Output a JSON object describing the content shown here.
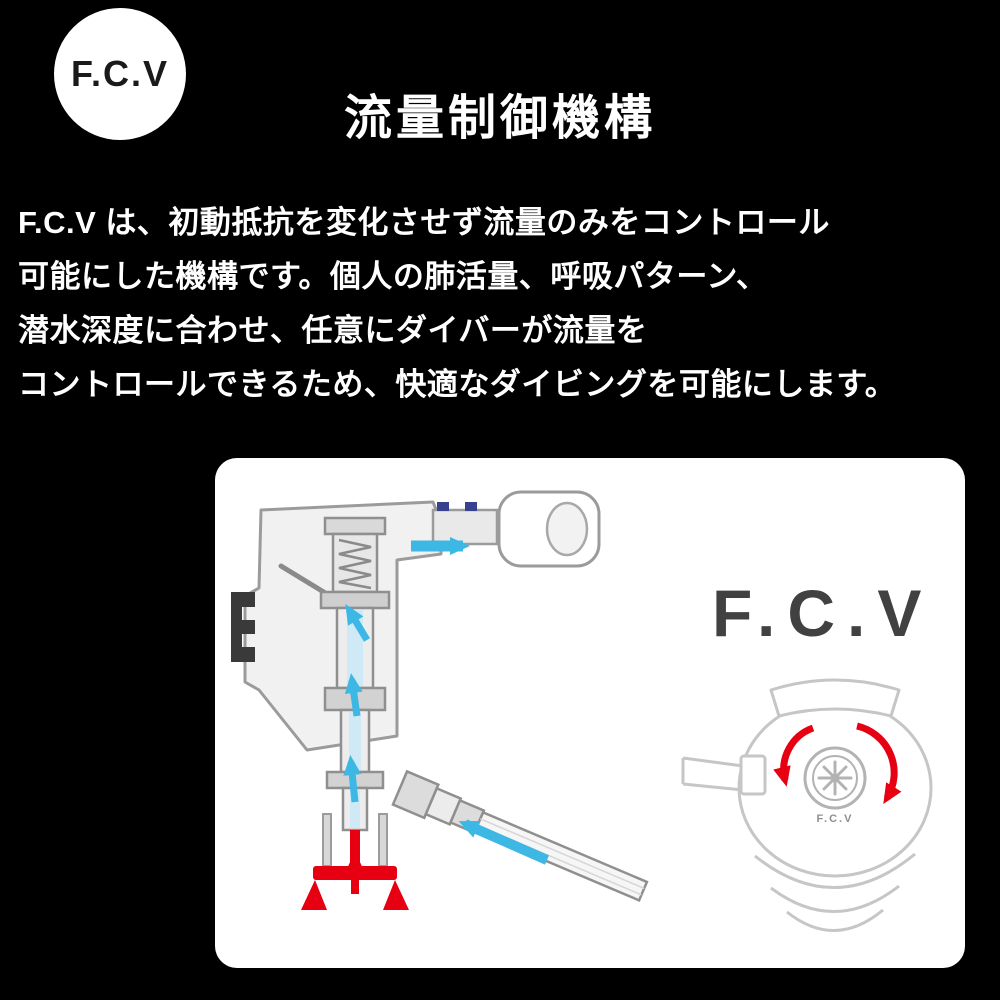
{
  "page": {
    "bg_color": "#000000",
    "text_color": "#ffffff"
  },
  "logo": {
    "text": "F.C.V"
  },
  "header": {
    "title": "流量制御機構"
  },
  "body": {
    "lines": [
      "F.C.V は、初動抵抗を変化させず流量のみをコントロール",
      "可能にした機構です。個人の肺活量、呼吸パターン、",
      "潜水深度に合わせ、任意にダイバーが流量を",
      "コントロールできるため、快適なダイビングを可能にします。"
    ]
  },
  "diagram": {
    "fcv_label": "F.C.V",
    "knob_label": "F.C.V",
    "colors": {
      "panel_bg": "#ffffff",
      "flow_arrow": "#3db7e4",
      "highlight": "#e60012",
      "outline_dark": "#8f8f8f",
      "outline_light": "#c6c6c6",
      "clip_blue": "#37418f"
    }
  }
}
